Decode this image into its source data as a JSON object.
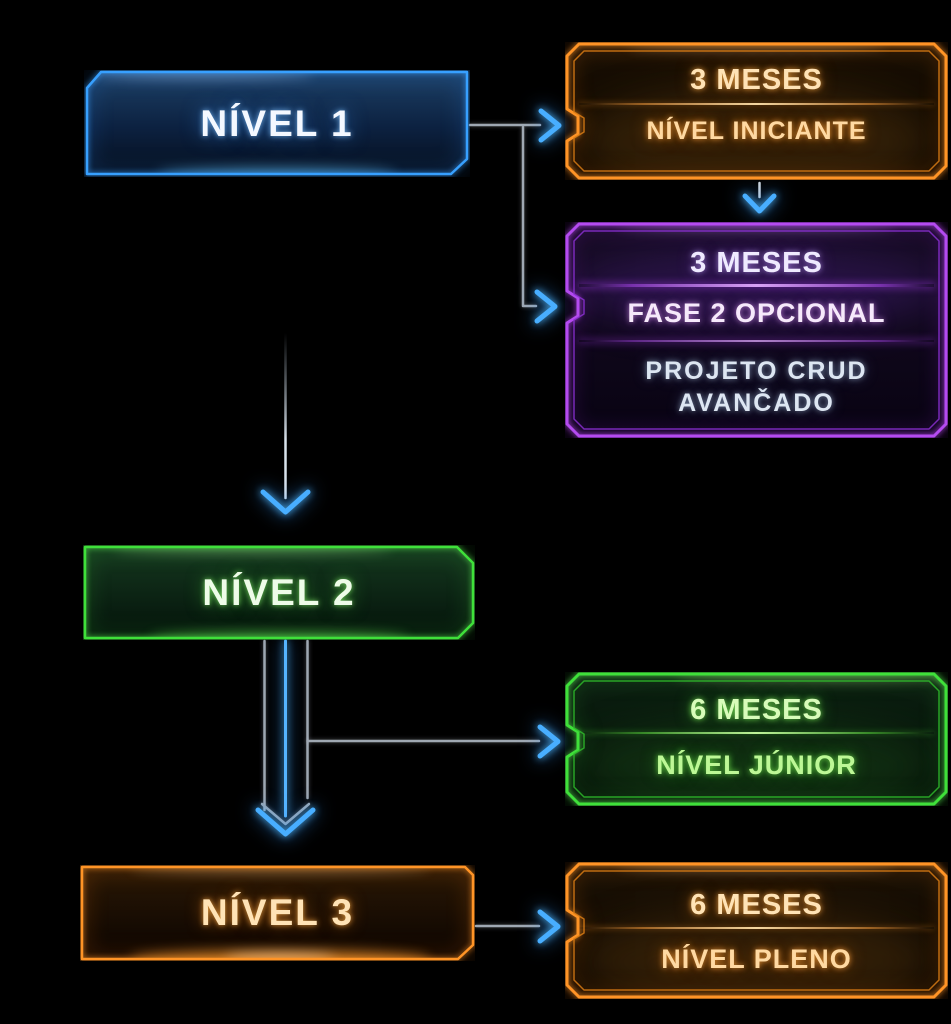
{
  "diagram": {
    "background": "#000000",
    "nodes": {
      "nivel1": {
        "label": "NÍVEL 1",
        "accent": "#37a0ff"
      },
      "iniciante": {
        "duration": "3 MESES",
        "title": "NÍVEL INICIANTE",
        "accent": "#ff9426"
      },
      "fase2": {
        "duration": "3 MESES",
        "title": "FASE 2 OPCIONAL",
        "subtitle": "PROJETO CRUD AVANČADO",
        "accent": "#b44bf0"
      },
      "nivel2": {
        "label": "NÍVEL 2",
        "accent": "#3fe03a"
      },
      "junior": {
        "duration": "6 MESES",
        "title": "NÍVEL JÚNIOR",
        "accent": "#3fe03a"
      },
      "nivel3": {
        "label": "NÍVEL 3",
        "accent": "#ff9426"
      },
      "pleno": {
        "duration": "6 MESES",
        "title": "NÍVEL PLENO",
        "accent": "#ff9426"
      }
    },
    "edges": [
      {
        "from": "nivel1",
        "to": "iniciante"
      },
      {
        "from": "nivel1",
        "to": "fase2"
      },
      {
        "from": "iniciante",
        "to": "fase2"
      },
      {
        "from": "nivel1",
        "to": "nivel2"
      },
      {
        "from": "nivel2",
        "to": "junior"
      },
      {
        "from": "nivel2",
        "to": "nivel3"
      },
      {
        "from": "nivel3",
        "to": "pleno"
      }
    ],
    "arrow_colors": {
      "line": "#9fa8b2",
      "head": "#48aeff"
    }
  }
}
